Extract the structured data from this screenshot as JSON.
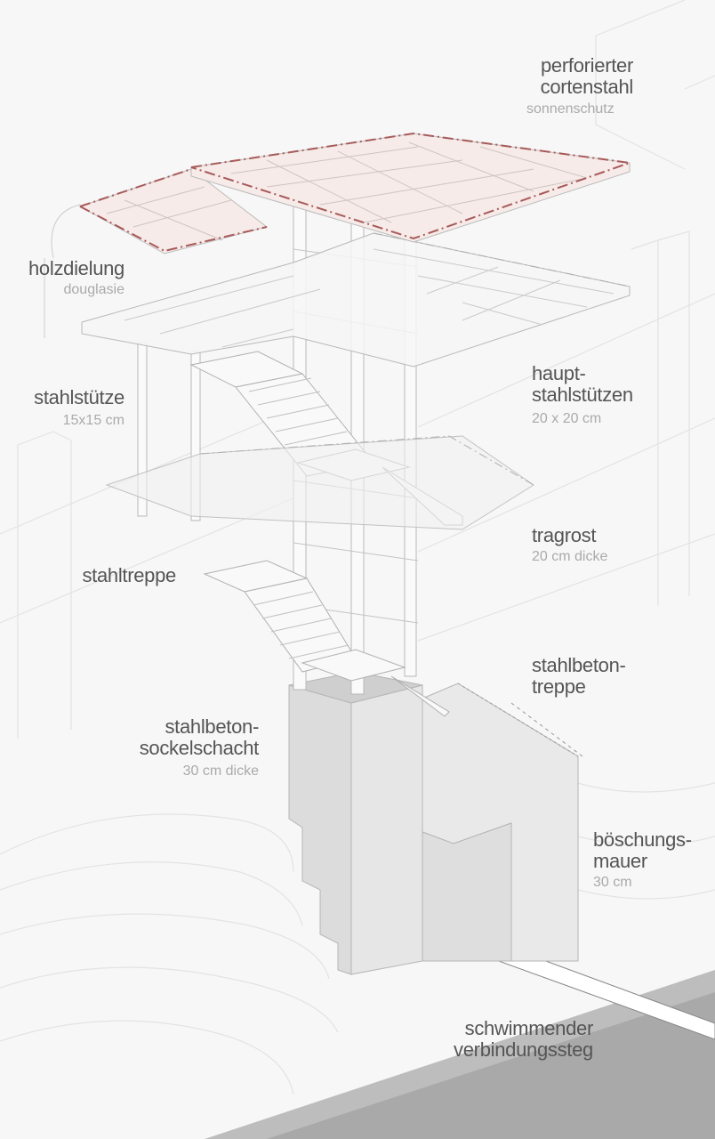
{
  "labels": {
    "sonnenschutz": {
      "title": [
        "perforierter",
        "cortenstahl"
      ],
      "sub": "sonnenschutz"
    },
    "holzdielung": {
      "title": [
        "holzdielung"
      ],
      "sub": "douglasie"
    },
    "stahlstuetze": {
      "title": [
        "stahlstütze"
      ],
      "sub": "15x15 cm"
    },
    "hauptstahlstuetzen": {
      "title": [
        "haupt-",
        "stahlstützen"
      ],
      "sub": "20 x 20 cm"
    },
    "tragrost": {
      "title": [
        "tragrost"
      ],
      "sub": "20 cm dicke"
    },
    "stahltreppe": {
      "title": [
        "stahltreppe"
      ]
    },
    "stahlbetontreppe": {
      "title": [
        "stahlbeton-",
        "treppe"
      ]
    },
    "sockelschacht": {
      "title": [
        "stahlbeton-",
        "sockelschacht"
      ],
      "sub": "30 cm dicke"
    },
    "boeschungsmauer": {
      "title": [
        "böschungs-",
        "mauer"
      ],
      "sub": "30 cm"
    },
    "steg": {
      "title": [
        "schwimmender",
        "verbindungssteg"
      ]
    }
  },
  "colors": {
    "accent": "#a85a5a",
    "roof_fill": "#f6ebe8",
    "line": "#bdbdbd",
    "text": "#555555",
    "subtext": "#aaaaaa"
  }
}
